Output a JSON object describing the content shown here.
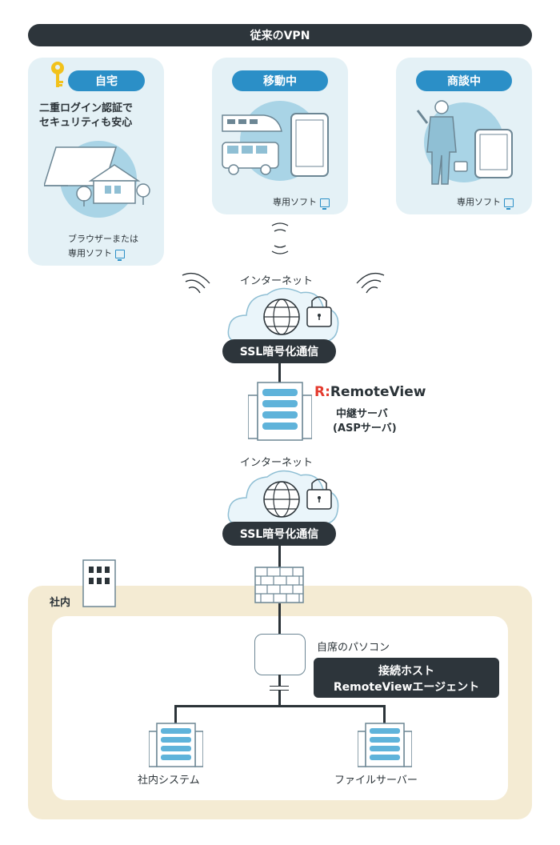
{
  "title": "従来のVPN",
  "locations": {
    "home": {
      "label": "自宅",
      "description_line1": "二重ログイン認証で",
      "description_line2": "セキュリティも安心",
      "software_line1": "ブラウザーまたは",
      "software_line2": "専用ソフト"
    },
    "mobile": {
      "label": "移動中",
      "software": "専用ソフト"
    },
    "meeting": {
      "label": "商談中",
      "software": "専用ソフト"
    }
  },
  "internet_label_1": "インターネット",
  "ssl_label_1": "SSL暗号化通信",
  "brand": {
    "logo_mark": "R:",
    "name": "RemoteView"
  },
  "relay": {
    "line1": "中継サーバ",
    "line2": "(ASPサーバ)"
  },
  "internet_label_2": "インターネット",
  "ssl_label_2": "SSL暗号化通信",
  "office": {
    "label": "社内",
    "pc_label": "自席のパソコン",
    "host_line1": "接続ホスト",
    "host_line2": "RemoteViewエージェント",
    "system_label": "社内システム",
    "fileserver_label": "ファイルサーバー"
  },
  "colors": {
    "accent_blue": "#2b8fc7",
    "card_bg": "#e4f1f6",
    "dark": "#2d353b",
    "office_bg": "#f4ebd3",
    "brand_red": "#e43b2f",
    "illustration": "#a9d4e6"
  }
}
